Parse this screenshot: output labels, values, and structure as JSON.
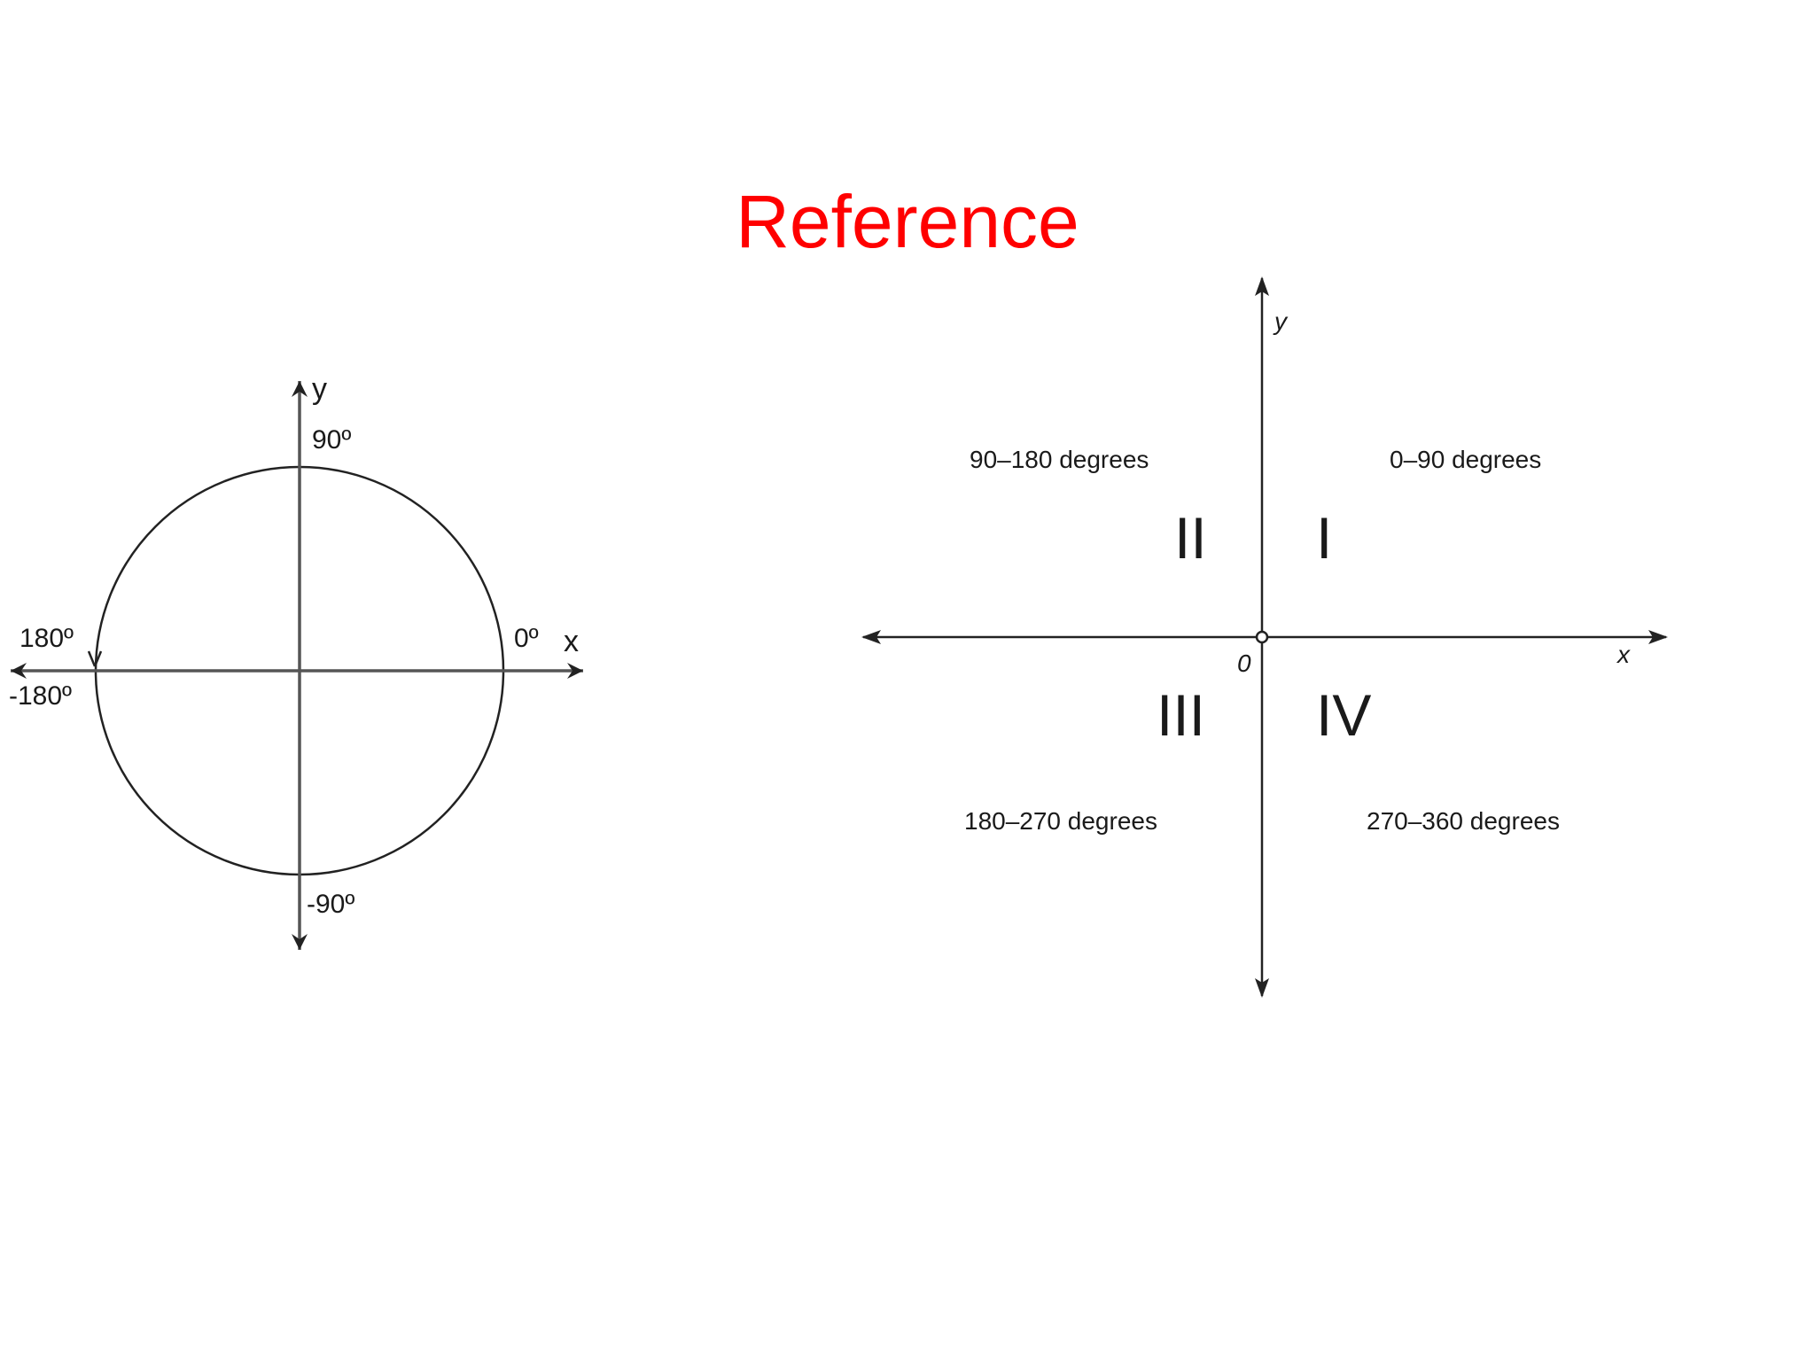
{
  "title": "Reference",
  "unit_circle": {
    "axis_x_label": "x",
    "axis_y_label": "y",
    "label_90": "90º",
    "label_0": "0º",
    "label_180": "180º",
    "label_neg180": "-180º",
    "label_neg90": "-90º"
  },
  "quadrants": {
    "axis_x_label": "x",
    "axis_y_label": "y",
    "origin_label": "0",
    "items": [
      {
        "numeral": "I",
        "range": "0–90 degrees"
      },
      {
        "numeral": "II",
        "range": "90–180 degrees"
      },
      {
        "numeral": "III",
        "range": "180–270 degrees"
      },
      {
        "numeral": "IV",
        "range": "270–360 degrees"
      }
    ]
  }
}
